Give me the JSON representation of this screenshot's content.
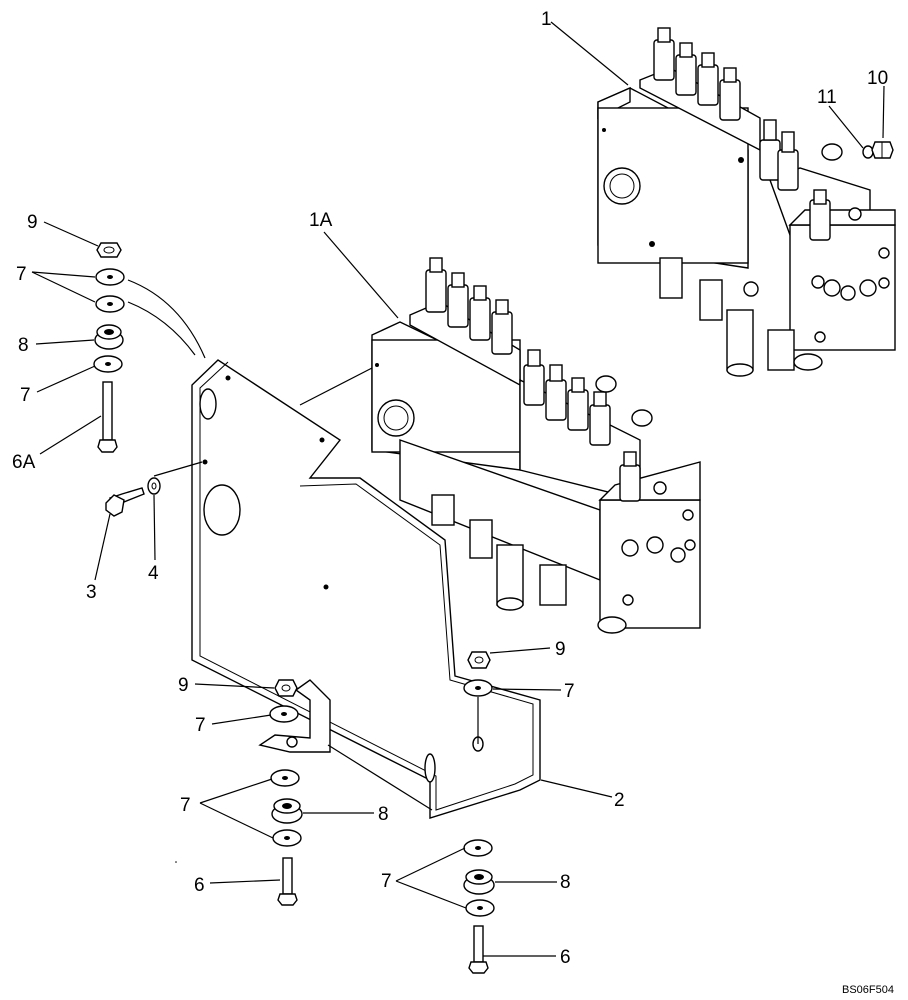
{
  "diagram": {
    "drawing_code": "BS06F504",
    "callouts": [
      {
        "id": "c-1",
        "text": "1"
      },
      {
        "id": "c-1a",
        "text": "1A"
      },
      {
        "id": "c-2",
        "text": "2"
      },
      {
        "id": "c-3",
        "text": "3"
      },
      {
        "id": "c-4",
        "text": "4"
      },
      {
        "id": "c-6a",
        "text": "6A"
      },
      {
        "id": "c-6-mid",
        "text": "6"
      },
      {
        "id": "c-6-right",
        "text": "6"
      },
      {
        "id": "c-7-tl",
        "text": "7"
      },
      {
        "id": "c-7-l",
        "text": "7"
      },
      {
        "id": "c-7-midleft",
        "text": "7"
      },
      {
        "id": "c-7-midright",
        "text": "7"
      },
      {
        "id": "c-7-bl",
        "text": "7"
      },
      {
        "id": "c-7-br",
        "text": "7"
      },
      {
        "id": "c-8-l",
        "text": "8"
      },
      {
        "id": "c-8-mid",
        "text": "8"
      },
      {
        "id": "c-8-right",
        "text": "8"
      },
      {
        "id": "c-9-tl",
        "text": "9"
      },
      {
        "id": "c-9-mid",
        "text": "9"
      },
      {
        "id": "c-9-right",
        "text": "9"
      },
      {
        "id": "c-10",
        "text": "10"
      },
      {
        "id": "c-11",
        "text": "11"
      }
    ]
  }
}
